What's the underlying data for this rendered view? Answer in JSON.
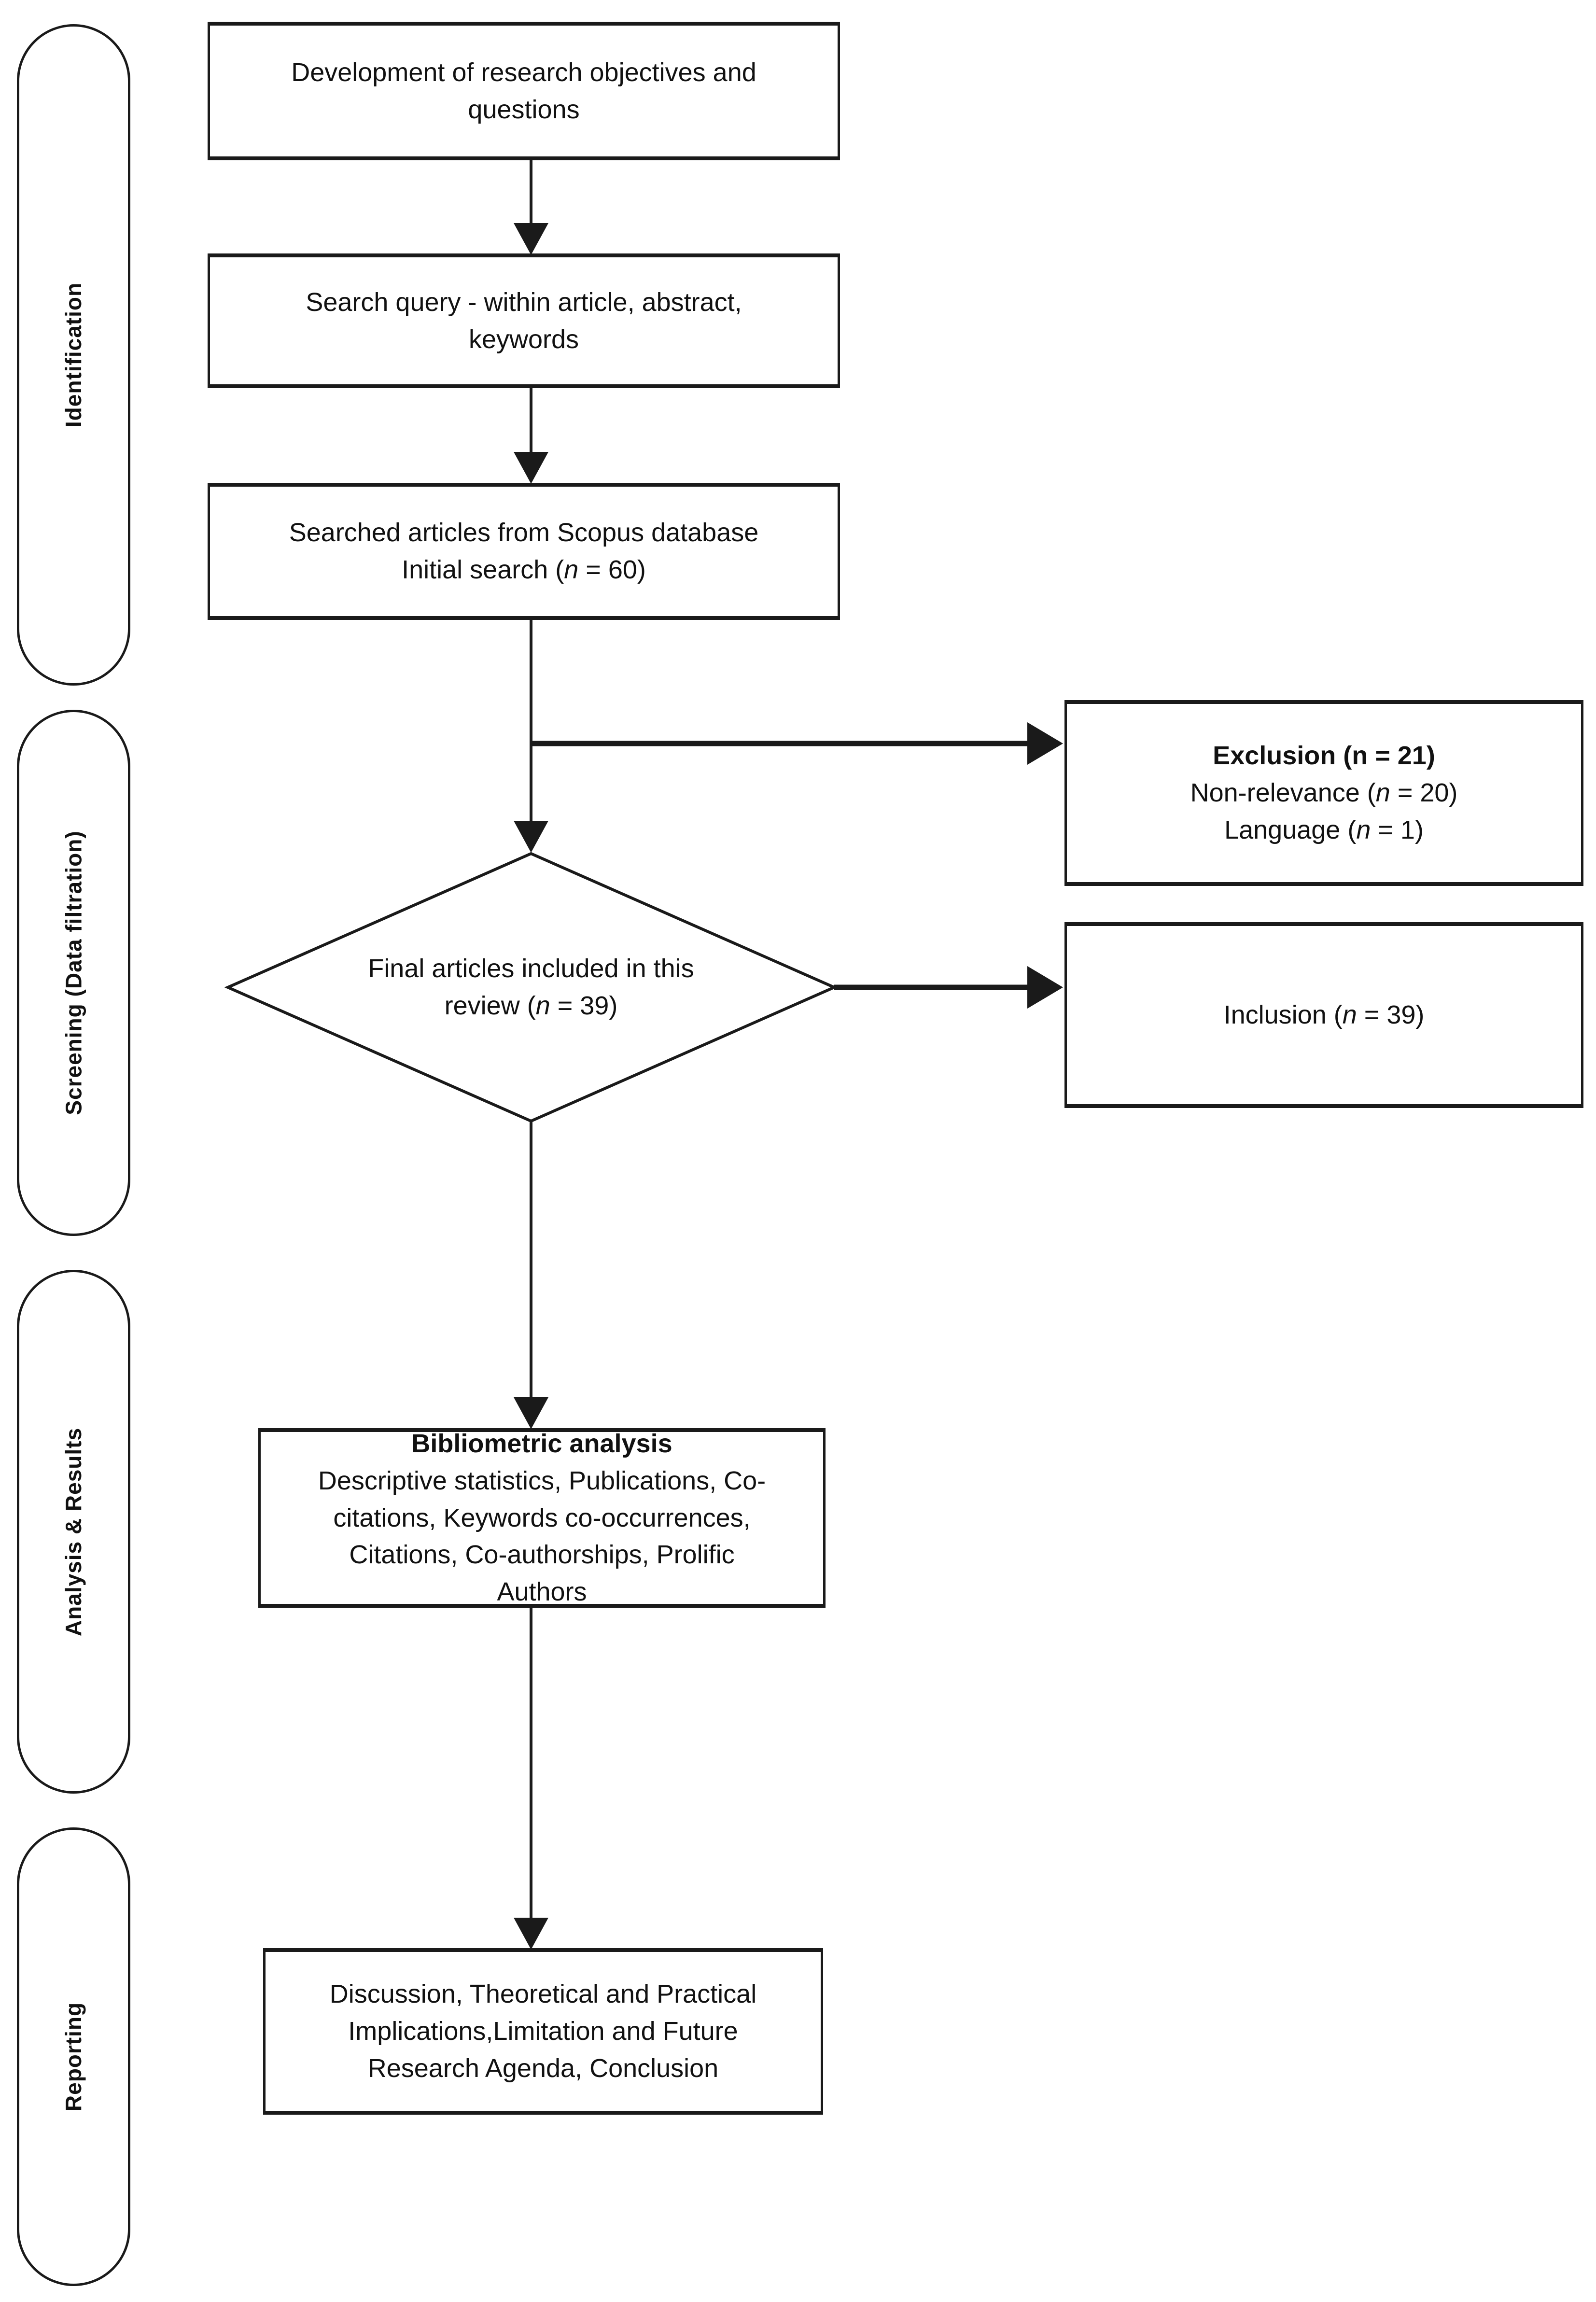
{
  "figure": {
    "colors": {
      "stroke": "#1a1a1a",
      "background": "#ffffff",
      "text": "#111111"
    },
    "stages": [
      {
        "label": "Identification"
      },
      {
        "label": "Screening (Data filtration)"
      },
      {
        "label": "Analysis & Results"
      },
      {
        "label": "Reporting"
      }
    ],
    "nodes": {
      "objectives": {
        "text": "Development of research objectives and\nquestions"
      },
      "search_query": {
        "text": "Search query - within article, abstract,\nkeywords"
      },
      "scopus": {
        "text": "Searched articles from Scopus database\nInitial search (<i>n</i> = 60)"
      },
      "decision": {
        "text": "Final articles included in this\nreview (<i>n</i> = 39)"
      },
      "exclusion": {
        "title": "Exclusion (n = 21)",
        "lines": "Non-relevance (<i>n</i> = 20)\nLanguage (<i>n</i> = 1)"
      },
      "inclusion": {
        "text": "Inclusion (<i>n</i> = 39)"
      },
      "bibliometric": {
        "title": "Bibliometric analysis",
        "body": "Descriptive statistics, Publications, Co-\ncitations, Keywords co-occurrences,\nCitations, Co-authorships, Prolific\nAuthors"
      },
      "reporting": {
        "text": "Discussion, Theoretical and Practical\nImplications,Limitation and Future\nResearch Agenda, Conclusion"
      }
    }
  }
}
